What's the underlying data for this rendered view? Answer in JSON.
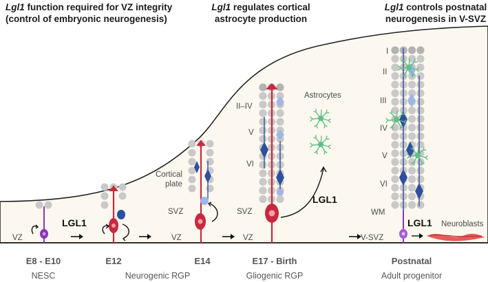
{
  "headers": [
    {
      "italic": "Lgl1",
      "line1": " function required for VZ integrity",
      "line2": "(control of embryonic neurogenesis)"
    },
    {
      "italic": "Lgl1",
      "line1": " regulates cortical",
      "line2": "astrocyte production"
    },
    {
      "italic": "Lgl1",
      "line1": " controls postnatal",
      "line2": "neurogenesis in V-SVZ"
    }
  ],
  "zones": {
    "vz": "VZ",
    "svz": "SVZ",
    "cortical_plate_line1": "Cortical",
    "cortical_plate_line2": "plate",
    "wm": "WM",
    "v_svz": "V-SVZ",
    "astrocytes": "Astrocytes",
    "neuroblasts": "Neuroblasts"
  },
  "layers_e17": [
    "II–IV",
    "V",
    "VI"
  ],
  "layers_postnatal": [
    "I",
    "II",
    "III",
    "IV",
    "V",
    "VI"
  ],
  "lgl1_labels": [
    "LGL1",
    "LGL1",
    "LGL1"
  ],
  "stages": [
    {
      "time": "E8 - E10",
      "cell": "NESC"
    },
    {
      "time": "E12",
      "cell": ""
    },
    {
      "time": "E14",
      "cell": "Neurogenic RGP"
    },
    {
      "time": "E17 - Birth",
      "cell": "Gliogenic RGP"
    },
    {
      "time": "Postnatal",
      "cell": "Adult progenitor"
    }
  ],
  "colors": {
    "background_fill": "#fdf8ef",
    "nesc_purple": "#8a35b5",
    "rgp_red": "#c9283c",
    "neuron_blue": "#2f4f9e",
    "light_blue": "#9fb6e6",
    "astrocyte_green": "#5fbf84",
    "neuroblast_red": "#e24a4a",
    "gray_cell": "#c9c9c9"
  }
}
